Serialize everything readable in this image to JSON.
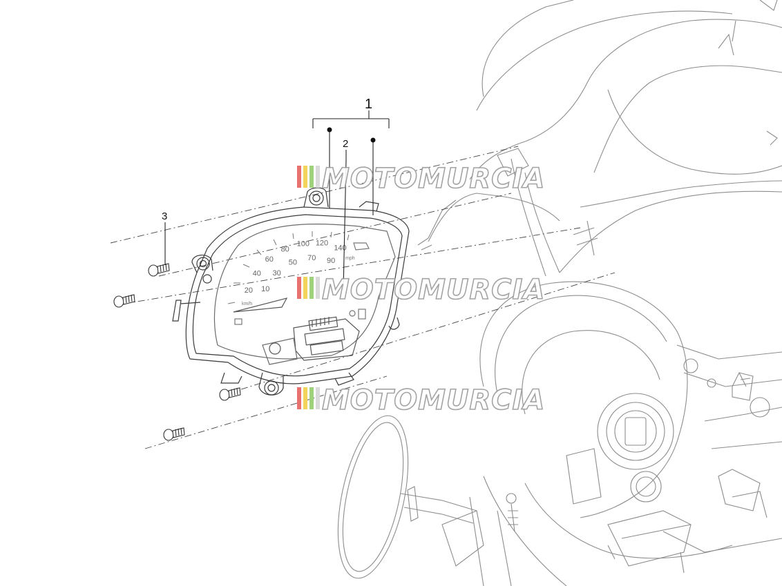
{
  "callouts": {
    "part_1": "1",
    "part_2": "2",
    "part_3": "3"
  },
  "watermark": {
    "brand": "MOTOMURCIA",
    "stripe_colors": [
      "#e8716f",
      "#f2d35b",
      "#9ed27a"
    ]
  },
  "speedometer": {
    "kmh_numbers": [
      "20",
      "40",
      "60",
      "80",
      "100",
      "120",
      "140"
    ],
    "mph_numbers": [
      "10",
      "30",
      "50",
      "70",
      "90"
    ],
    "unit_kmh": "km/h",
    "unit_mph": "mph"
  },
  "colors": {
    "line": "#8c8c8c",
    "line_dark": "#3a3a3a",
    "leader": "#222222"
  }
}
